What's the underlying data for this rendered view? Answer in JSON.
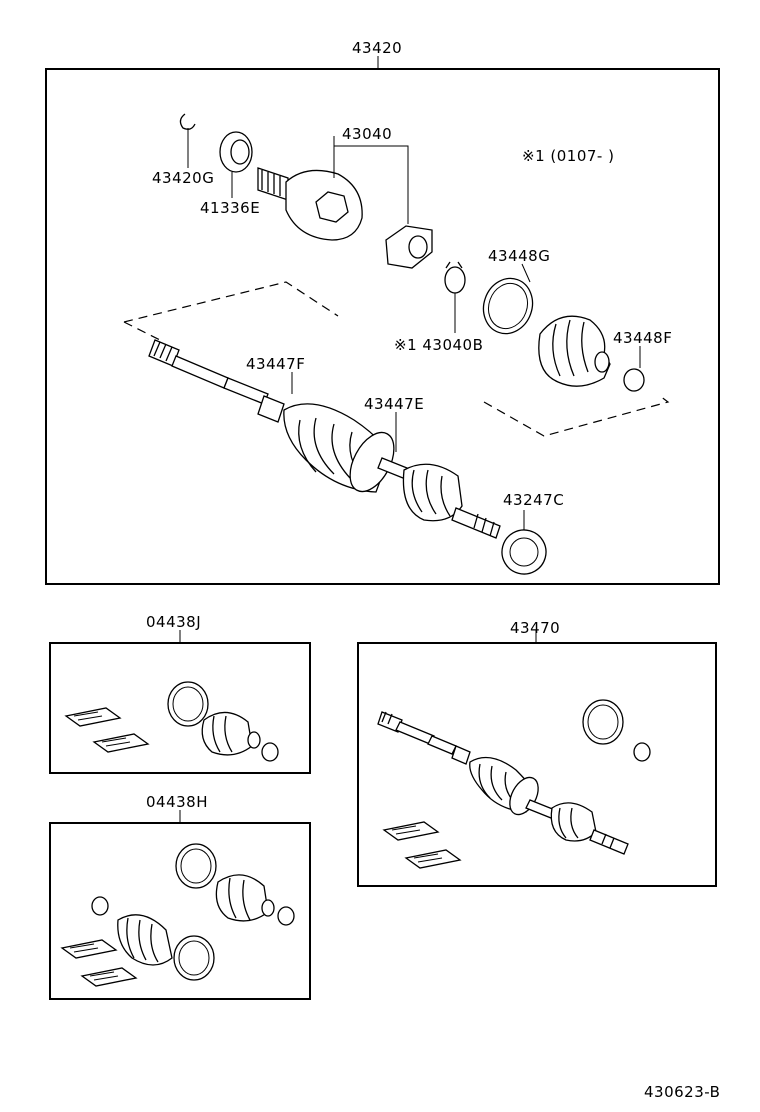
{
  "diagram": {
    "assembly_main": "43420",
    "inner_joint": "43040",
    "note_range": "※1 (0107-         )",
    "snap_ring": "43420G",
    "dust_seal": "41336E",
    "circlip_note": "※1 43040B",
    "clamp_large": "43448G",
    "boot_inner": "43448F",
    "clamp_small": "43447F",
    "boot_outer": "43447E",
    "deflector": "43247C",
    "kit_j": "04438J",
    "kit_h": "04438H",
    "assembly_sub": "43470",
    "figure_code": "430623-B"
  }
}
